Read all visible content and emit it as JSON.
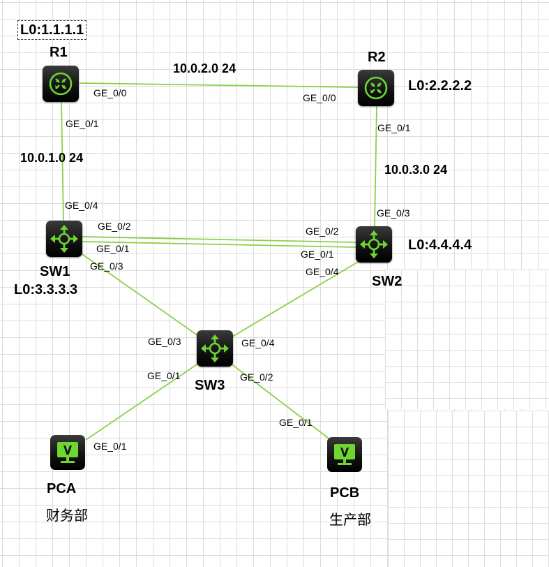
{
  "devices": {
    "r1": {
      "name": "R1",
      "loopback": "L0:1.1.1.1"
    },
    "r2": {
      "name": "R2",
      "loopback": "L0:2.2.2.2"
    },
    "sw1": {
      "name": "SW1",
      "loopback": "L0:3.3.3.3"
    },
    "sw2": {
      "name": "SW2",
      "loopback": "L0:4.4.4.4"
    },
    "sw3": {
      "name": "SW3"
    },
    "pca": {
      "name": "PCA",
      "dept": "财务部"
    },
    "pcb": {
      "name": "PCB",
      "dept": "生产部"
    }
  },
  "networks": {
    "r1_r2": "10.0.2.0 24",
    "r1_sw1": "10.0.1.0 24",
    "r2_sw2": "10.0.3.0 24"
  },
  "ports": {
    "r1_ge00": "GE_0/0",
    "r2_ge00": "GE_0/0",
    "r1_ge01": "GE_0/1",
    "r2_ge01": "GE_0/1",
    "sw1_ge04": "GE_0/4",
    "sw2_ge03": "GE_0/3",
    "sw1_ge02": "GE_0/2",
    "sw2_ge02": "GE_0/2",
    "sw1_ge01": "GE_0/1",
    "sw2_ge01": "GE_0/1",
    "sw1_ge03": "GE_0/3",
    "sw2_ge04": "GE_0/4",
    "sw3_ge03": "GE_0/3",
    "sw3_ge04": "GE_0/4",
    "sw3_ge01": "GE_0/1",
    "sw3_ge02": "GE_0/2",
    "pca_ge01": "GE_0/1",
    "pcb_ge01": "GE_0/1"
  },
  "colors": {
    "link": "#8ccf4a",
    "icon": "#6dd630",
    "device_bg": "#111111"
  },
  "icons": {
    "router": "router-icon",
    "switch": "switch-icon",
    "pc": "pc-monitor-icon"
  }
}
